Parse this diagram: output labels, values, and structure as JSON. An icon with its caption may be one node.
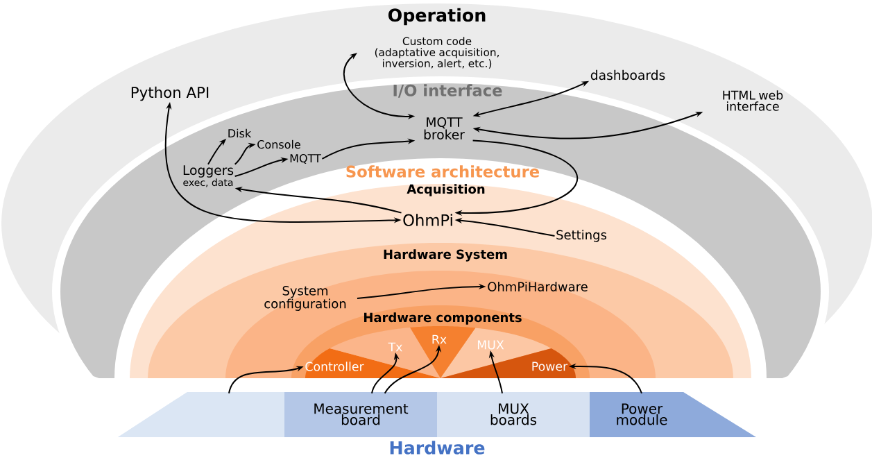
{
  "diagram": {
    "nodes": [
      {
        "text": [
          "Operation"
        ]
      },
      {
        "text": [
          "I/O interface"
        ],
        "in": 0
      },
      {
        "text": [
          "Software architecture"
        ],
        "in": 1
      },
      {
        "text": [
          "Acquisition"
        ],
        "in": 2
      },
      {
        "text": [
          "Hardware System"
        ],
        "in": 3
      },
      {
        "text": [
          "Hardware components"
        ],
        "in": 4
      },
      {
        "text": [
          "Controller"
        ],
        "in": 5
      },
      {
        "text": [
          "Tx"
        ],
        "in": 5
      },
      {
        "text": [
          "Rx"
        ],
        "in": 5
      },
      {
        "text": [
          "MUX"
        ],
        "in": 5
      },
      {
        "text": [
          "Power"
        ],
        "in": 5
      },
      {
        "text": [
          "Custom code (adaptative acquisition, inversion, alert, etc.)"
        ],
        "in": 0
      },
      {
        "text": [
          "dashboards"
        ],
        "in": 0
      },
      {
        "text": [
          "HTML web interface"
        ],
        "in": 0
      },
      {
        "text": [
          "Python API"
        ],
        "in": 0
      },
      {
        "text": [
          "MQTT broker"
        ],
        "in": 1
      },
      {
        "text": [
          "Disk"
        ],
        "in": 1
      },
      {
        "text": [
          "Console"
        ],
        "in": 1
      },
      {
        "text": [
          "MQTT"
        ],
        "in": 1
      },
      {
        "text": [
          "Loggers",
          "exec, data"
        ],
        "in": 1
      },
      {
        "text": [
          "OhmPi"
        ],
        "in": 3
      },
      {
        "text": [
          "Settings"
        ],
        "in": 3
      },
      {
        "text": [
          "System configuration"
        ],
        "in": 4
      },
      {
        "text": [
          "OhmPiHardware"
        ],
        "in": 4
      },
      {
        "text": [
          "Hardware"
        ]
      },
      {
        "text": [],
        "shape": "box",
        "in": 24
      },
      {
        "text": [
          "Measurement board"
        ],
        "in": 24
      },
      {
        "text": [
          "MUX boards"
        ],
        "in": 24
      },
      {
        "text": [
          "Power module"
        ],
        "in": 24
      }
    ],
    "edges": [
      {
        "from": 11,
        "to": 15,
        "arrow": "both"
      },
      {
        "from": 15,
        "to": 12,
        "arrow": "both"
      },
      {
        "from": 15,
        "to": 13,
        "arrow": "both"
      },
      {
        "from": 14,
        "to": 20,
        "arrow": "both"
      },
      {
        "from": 19,
        "to": 16,
        "arrow": "to"
      },
      {
        "from": 19,
        "to": 17,
        "arrow": "to"
      },
      {
        "from": 19,
        "to": 18,
        "arrow": "to"
      },
      {
        "from": 18,
        "to": 15,
        "arrow": "to"
      },
      {
        "from": 20,
        "to": 19,
        "arrow": "to"
      },
      {
        "from": 15,
        "to": 20,
        "arrow": "to"
      },
      {
        "from": 21,
        "to": 20,
        "arrow": "to"
      },
      {
        "from": 22,
        "to": 23,
        "arrow": "to"
      },
      {
        "from": 25,
        "to": 6,
        "arrow": "to"
      },
      {
        "from": 26,
        "to": 7,
        "arrow": "to"
      },
      {
        "from": 26,
        "to": 8,
        "arrow": "to"
      },
      {
        "from": 27,
        "to": 9,
        "arrow": "to"
      },
      {
        "from": 28,
        "to": 10,
        "arrow": "to"
      }
    ]
  }
}
